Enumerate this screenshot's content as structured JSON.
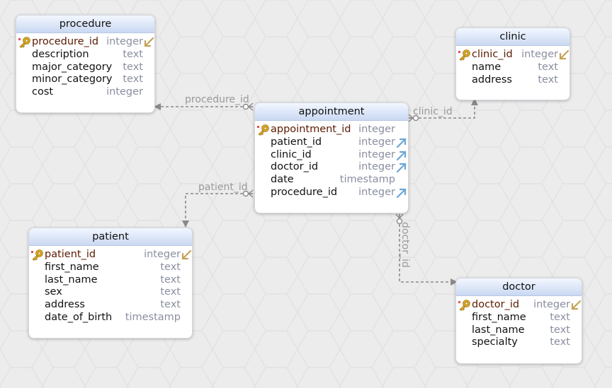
{
  "tables": {
    "procedure": {
      "name": "procedure",
      "columns": [
        {
          "name": "procedure_id",
          "type": "integer",
          "pk": true
        },
        {
          "name": "description",
          "type": "text"
        },
        {
          "name": "major_category",
          "type": "text"
        },
        {
          "name": "minor_category",
          "type": "text"
        },
        {
          "name": "cost",
          "type": "integer"
        }
      ]
    },
    "clinic": {
      "name": "clinic",
      "columns": [
        {
          "name": "clinic_id",
          "type": "integer",
          "pk": true
        },
        {
          "name": "name",
          "type": "text"
        },
        {
          "name": "address",
          "type": "text"
        }
      ]
    },
    "appointment": {
      "name": "appointment",
      "columns": [
        {
          "name": "appointment_id",
          "type": "integer",
          "pk": true
        },
        {
          "name": "patient_id",
          "type": "integer",
          "fk": true
        },
        {
          "name": "clinic_id",
          "type": "integer",
          "fk": true
        },
        {
          "name": "doctor_id",
          "type": "integer",
          "fk": true
        },
        {
          "name": "date",
          "type": "timestamp"
        },
        {
          "name": "procedure_id",
          "type": "integer",
          "fk": true
        }
      ]
    },
    "patient": {
      "name": "patient",
      "columns": [
        {
          "name": "patient_id",
          "type": "integer",
          "pk": true
        },
        {
          "name": "first_name",
          "type": "text"
        },
        {
          "name": "last_name",
          "type": "text"
        },
        {
          "name": "sex",
          "type": "text"
        },
        {
          "name": "address",
          "type": "text"
        },
        {
          "name": "date_of_birth",
          "type": "timestamp"
        }
      ]
    },
    "doctor": {
      "name": "doctor",
      "columns": [
        {
          "name": "doctor_id",
          "type": "integer",
          "pk": true
        },
        {
          "name": "first_name",
          "type": "text"
        },
        {
          "name": "last_name",
          "type": "text"
        },
        {
          "name": "specialty",
          "type": "text"
        }
      ]
    }
  },
  "relations": {
    "procedure": {
      "label": "procedure_id"
    },
    "clinic": {
      "label": "clinic_id"
    },
    "patient": {
      "label": "patient_id"
    },
    "doctor": {
      "label": "doctor_id"
    }
  },
  "colors": {
    "key_icon": "#d9a521",
    "fk_arrow": "#6aa6d6",
    "pk_ref_arrow": "#c5a258",
    "relation_line": "#8a8a8a"
  },
  "icons": {
    "primary_key": "key-icon",
    "foreign_key": "fk-arrow-icon",
    "referenced": "ref-arrow-icon"
  }
}
